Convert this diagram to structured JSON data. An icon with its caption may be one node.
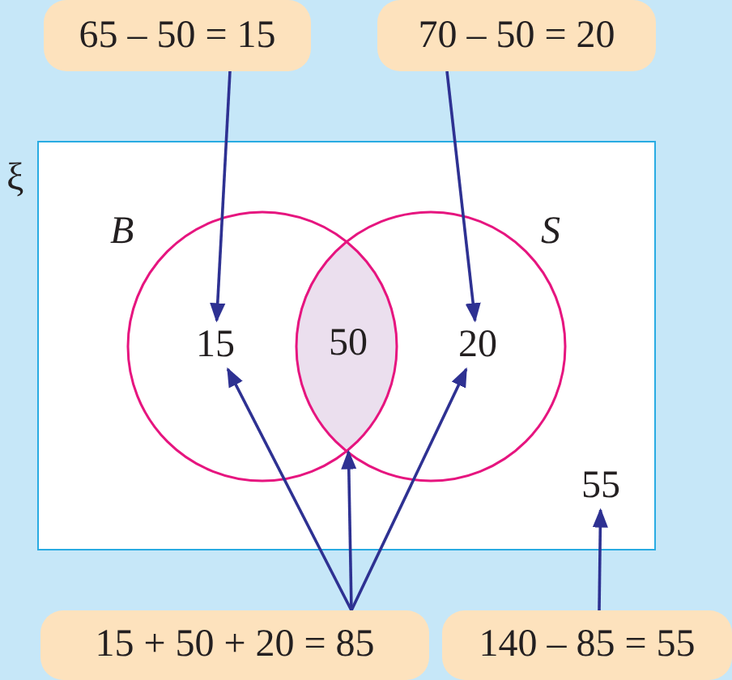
{
  "diagram": {
    "nodes": [
      {
        "text": [
          "65 – 50 = 15"
        ]
      },
      {
        "text": [
          "70 – 50 = 20"
        ]
      },
      {
        "text": [
          "ξ"
        ]
      },
      {
        "text": [
          "B"
        ],
        "in": 2
      },
      {
        "text": [
          "S"
        ],
        "in": 2
      },
      {
        "text": [
          "15"
        ],
        "in": 3
      },
      {
        "text": [
          "50"
        ]
      },
      {
        "text": [
          "20"
        ],
        "in": 4
      },
      {
        "text": [
          "55"
        ],
        "in": 2
      },
      {
        "text": [
          "15 + 50 + 20 = 85"
        ]
      },
      {
        "text": [
          "140 – 85 = 55"
        ]
      }
    ],
    "edges": [
      {
        "from": 0,
        "to": 5,
        "arrow": "to"
      },
      {
        "from": 1,
        "to": 7,
        "arrow": "to"
      },
      {
        "from": 9,
        "to": 5,
        "arrow": "to"
      },
      {
        "from": 9,
        "to": 6,
        "arrow": "to"
      },
      {
        "from": 9,
        "to": 7,
        "arrow": "to"
      },
      {
        "from": 10,
        "to": 8,
        "arrow": "to"
      }
    ]
  }
}
